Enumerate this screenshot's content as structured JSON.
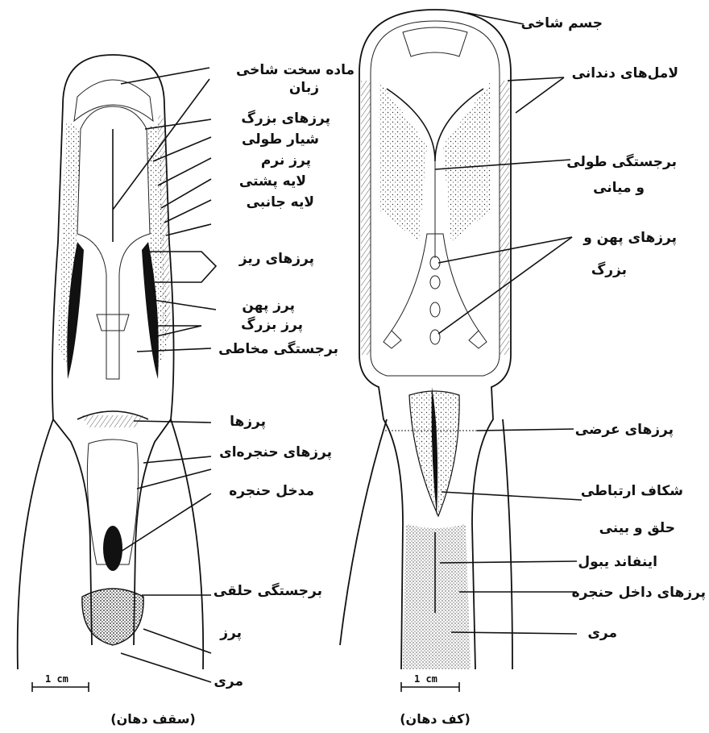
{
  "left_labels": [
    "ماده سخت شاخی",
    "زبان",
    "پرزهای بزرگ",
    "شیار طولی",
    "پرز نرم",
    "لایه پشتی",
    "لایه جانبی",
    "پرزهای ریز",
    "پرز پهن",
    "پرز بزرگ",
    "برجستگی مخاطی",
    "پرزها",
    "پرزهای حنجره‌ای",
    "مدخل حنجره",
    "برجستگی حلقی",
    "پرز",
    "مری"
  ],
  "right_labels": [
    "جسم شاخی",
    "لامل‌های دندانی",
    "برجستگی  طولی",
    "و  میانی",
    "پرزهای پهن و",
    "بزرگ",
    "پرزهای عرضی",
    "شکاف  ارتباطی",
    "حلق و بینی",
    "اینفاند یبول",
    "پرزهای داخل حنجره",
    "مری"
  ],
  "scale_left": "1 cm",
  "scale_right": "1 cm",
  "caption_left": "(سقف دهان)",
  "caption_right": "(کف دهان)"
}
